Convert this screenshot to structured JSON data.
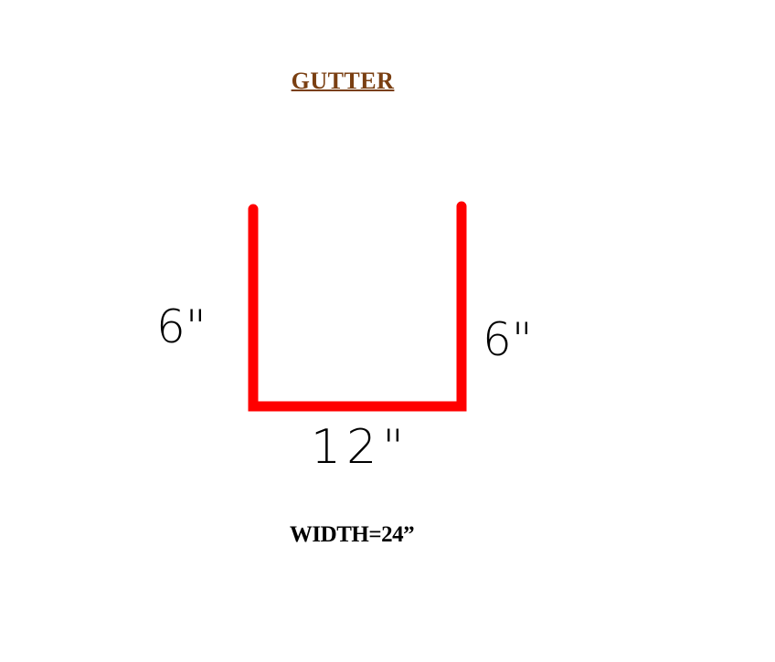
{
  "title": "GUTTER",
  "colors": {
    "title": "#7a3f12",
    "profile": "#ff0000",
    "text": "#000000",
    "background": "#ffffff"
  },
  "dimensions": {
    "left_side": "6\"",
    "right_side": "6\"",
    "bottom": "12\""
  },
  "width_text": "WIDTH=24”"
}
